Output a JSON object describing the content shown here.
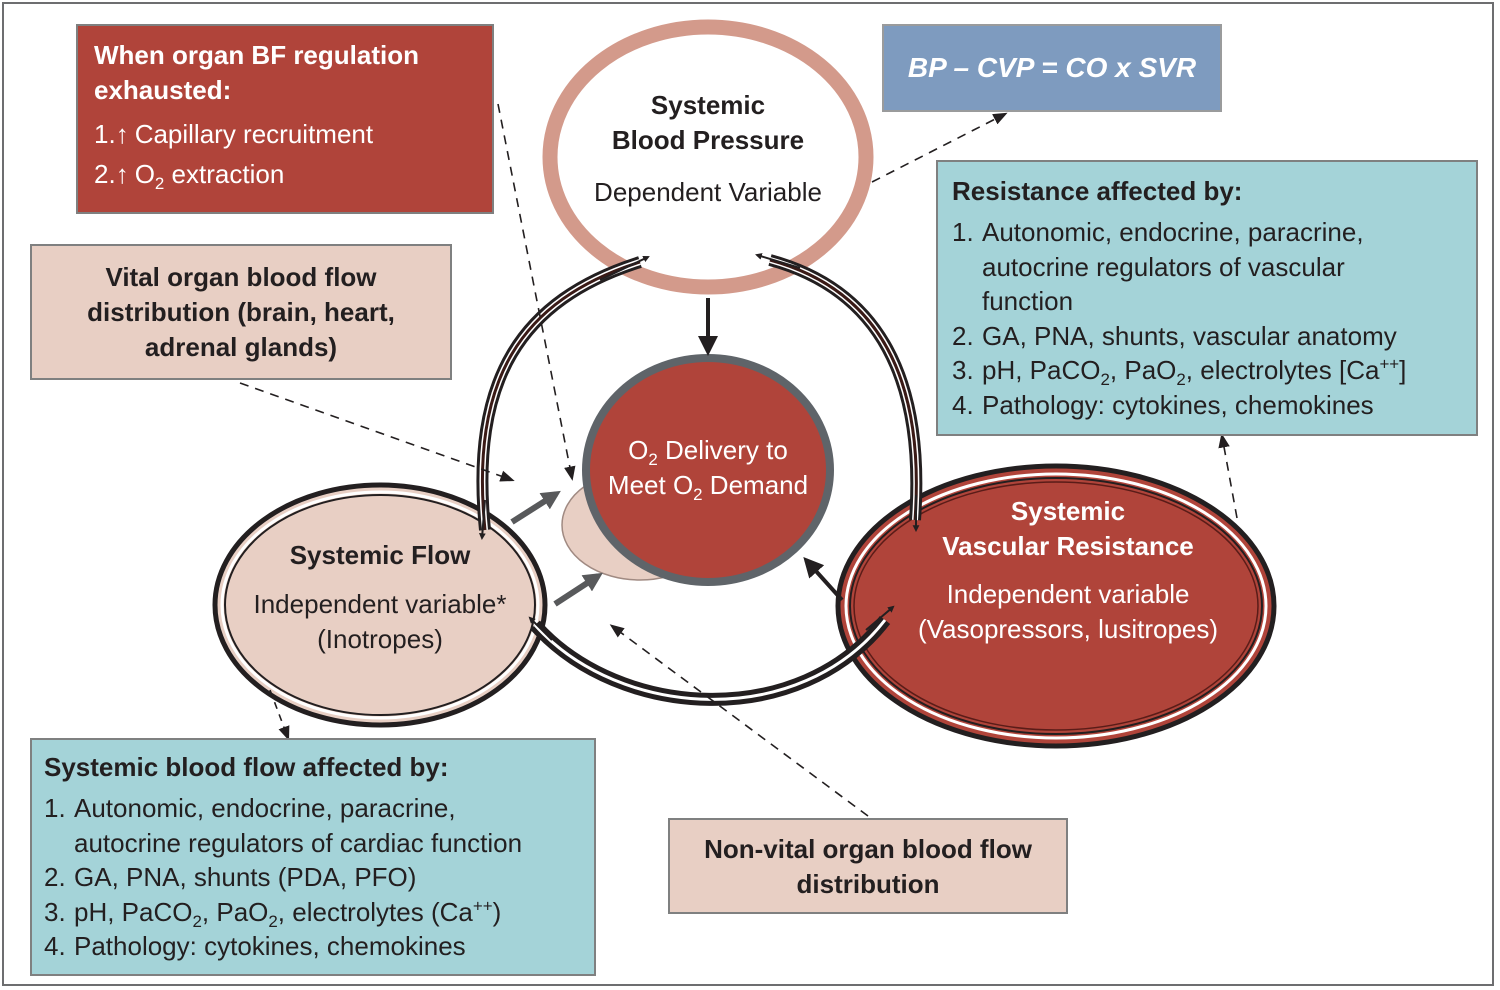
{
  "colors": {
    "dark_red": "#b0443a",
    "pink": "#e8cfc4",
    "salmon_ring": "#d39a8b",
    "teal": "#a4d3d8",
    "slate_blue": "#7e9bbf",
    "arrow_dark": "#231f20",
    "arrow_gray": "#58595b"
  },
  "organ_bf_box": {
    "title": "When organ BF regulation exhausted:",
    "items": [
      {
        "num": "1.",
        "arrow": "↑",
        "text": "Capillary recruitment"
      },
      {
        "num": "2.",
        "arrow": "↑",
        "text_pre": "O",
        "sub": "2",
        "text_post": " extraction"
      }
    ]
  },
  "equation_box": {
    "text": "BP – CVP = CO x SVR"
  },
  "blood_pressure_node": {
    "title_line1": "Systemic",
    "title_line2": "Blood Pressure",
    "subtitle": "Dependent Variable"
  },
  "resistance_box": {
    "title": "Resistance affected by:",
    "items": [
      {
        "num": "1.",
        "text": "Autonomic, endocrine, paracrine, autocrine regulators of vascular function"
      },
      {
        "num": "2.",
        "text": "GA, PNA, shunts, vascular anatomy"
      },
      {
        "num": "3.",
        "p1": "pH, PaCO",
        "s1": "2",
        "p2": ", PaO",
        "s2": "2",
        "p3": ", electrolytes [Ca",
        "sup": "++",
        "p4": "]"
      },
      {
        "num": "4.",
        "text": "Pathology: cytokines, chemokines"
      }
    ]
  },
  "vital_organ_box": {
    "text": "Vital organ blood flow distribution (brain, heart, adrenal glands)"
  },
  "o2_node": {
    "line1_pre": "O",
    "line1_sub": "2",
    "line1_post": " Delivery to",
    "line2_pre": "Meet O",
    "line2_sub": "2",
    "line2_post": " Demand"
  },
  "systemic_flow_node": {
    "title": "Systemic Flow",
    "subtitle_line1": "Independent variable*",
    "subtitle_line2": "(Inotropes)"
  },
  "svr_node": {
    "title_line1": "Systemic",
    "title_line2": "Vascular Resistance",
    "subtitle_line1": "Independent variable",
    "subtitle_line2": "(Vasopressors, lusitropes)"
  },
  "flow_box": {
    "title": "Systemic blood flow affected by:",
    "items": [
      {
        "num": "1.",
        "text": "Autonomic, endocrine, paracrine, autocrine regulators of cardiac function"
      },
      {
        "num": "2.",
        "text": "GA, PNA, shunts (PDA, PFO)"
      },
      {
        "num": "3.",
        "p1": "pH, PaCO",
        "s1": "2",
        "p2": ", PaO",
        "s2": "2",
        "p3": ", electrolytes (Ca",
        "sup": "++",
        "p4": ")"
      },
      {
        "num": "4.",
        "text": "Pathology: cytokines, chemokines"
      }
    ]
  },
  "nonvital_box": {
    "text": "Non-vital organ blood flow distribution"
  }
}
